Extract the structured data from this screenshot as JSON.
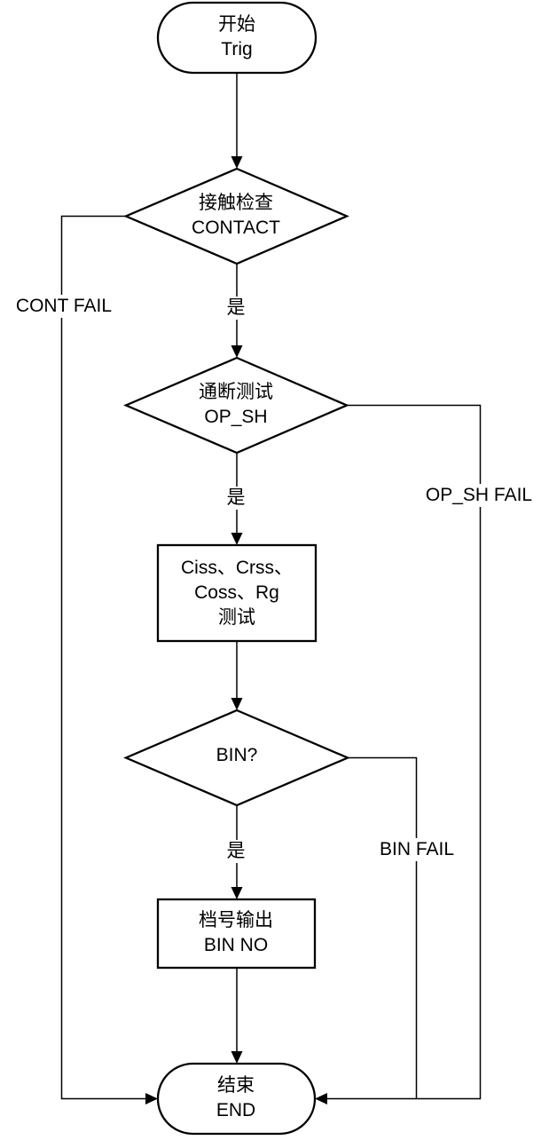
{
  "flowchart": {
    "colors": {
      "background": "#ffffff",
      "stroke": "#000000",
      "text": "#000000"
    },
    "nodes": {
      "start": {
        "zh": "开始",
        "en": "Trig"
      },
      "contact_check": {
        "zh": "接触检查",
        "en": "CONTACT"
      },
      "open_short_test": {
        "zh": "通断测试",
        "en": "OP_SH"
      },
      "cap_rg_test": {
        "line1": "Ciss、Crss、",
        "line2": "Coss、Rg",
        "line3": "测试"
      },
      "bin_decision": {
        "label": "BIN?"
      },
      "bin_output": {
        "zh": "档号输出",
        "en": "BIN NO"
      },
      "end": {
        "zh": "结束",
        "en": "END"
      }
    },
    "edge_labels": {
      "contact_yes": "是",
      "contact_fail": "CONT FAIL",
      "op_sh_yes": "是",
      "op_sh_fail": "OP_SH FAIL",
      "bin_yes": "是",
      "bin_fail": "BIN FAIL"
    }
  }
}
